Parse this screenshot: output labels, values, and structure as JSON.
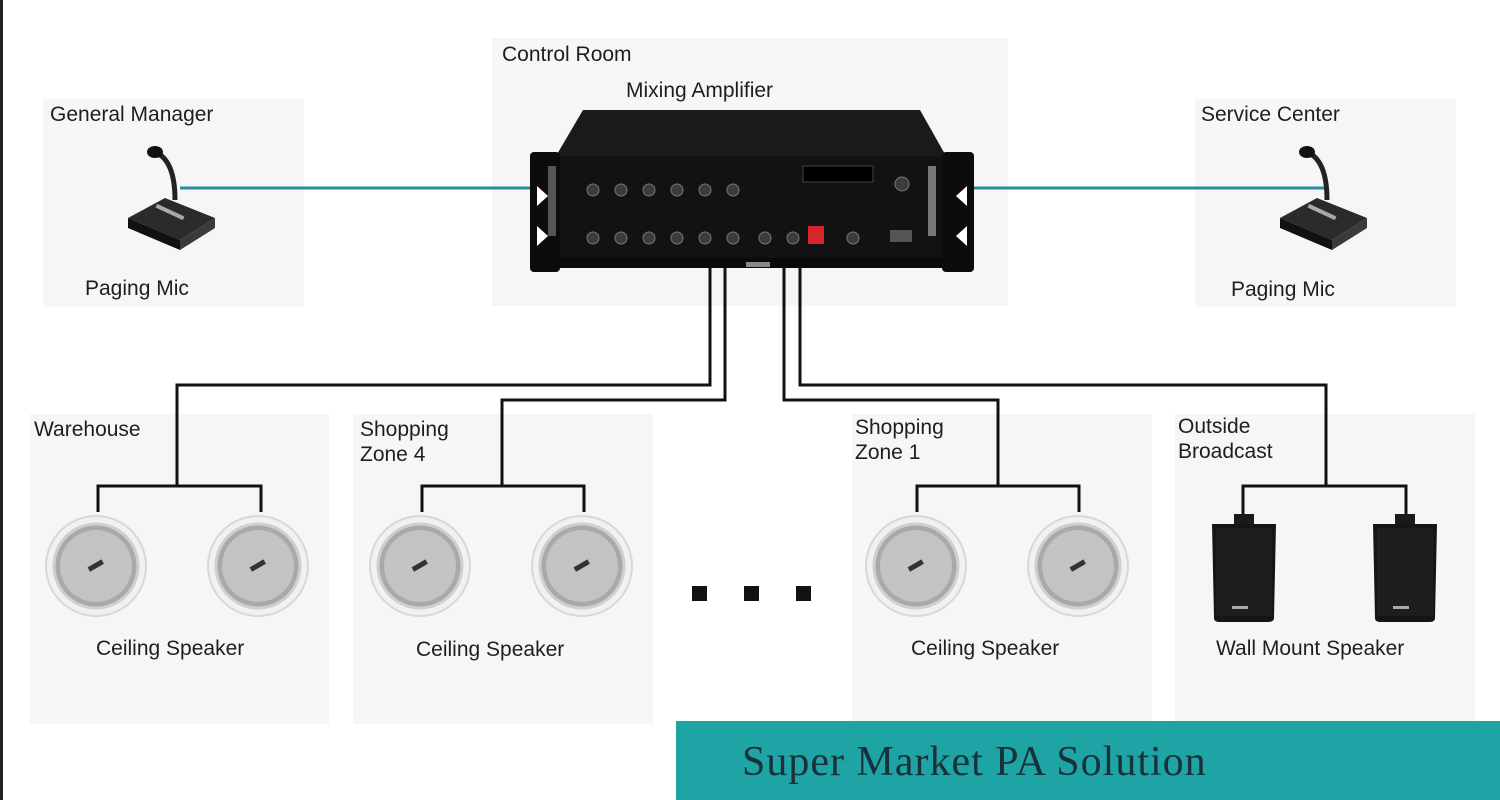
{
  "diagram": {
    "title": "Super Market PA Solution",
    "control_room": {
      "label": "Control Room",
      "device_label": "Mixing Amplifier"
    },
    "general_manager": {
      "label": "General Manager",
      "device_label": "Paging Mic"
    },
    "service_center": {
      "label": "Service Center",
      "device_label": "Paging Mic"
    },
    "zones": [
      {
        "name": "Warehouse",
        "device_label": "Ceiling Speaker"
      },
      {
        "name_line1": "Shopping",
        "name_line2": "Zone 4",
        "device_label": "Ceiling Speaker"
      },
      {
        "name_line1": "Shopping",
        "name_line2": "Zone 1",
        "device_label": "Ceiling Speaker"
      },
      {
        "name_line1": "Outside",
        "name_line2": "Broadcast",
        "device_label": "Wall Mount Speaker"
      }
    ],
    "colors": {
      "banner": "#1fa4a6",
      "mic_link": "#2d8a9e",
      "speaker_wire": "#111111"
    }
  }
}
